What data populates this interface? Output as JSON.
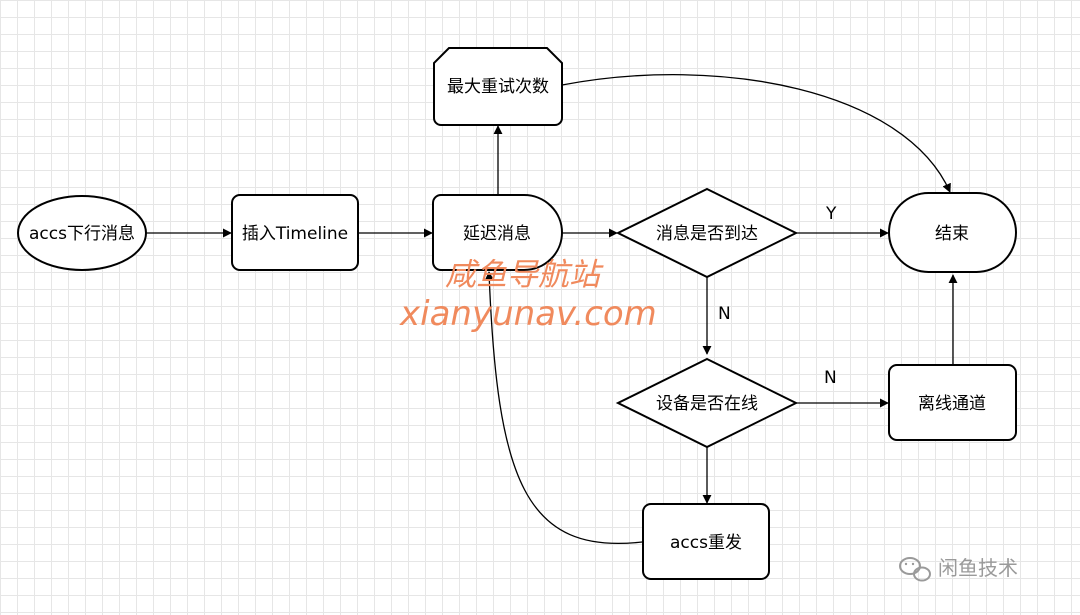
{
  "nodes": {
    "start": "accs下行消息",
    "insert": "插入Timeline",
    "delay": "延迟消息",
    "max_retry": "最大重试次数",
    "arrived_decision": "消息是否到达",
    "end": "结束",
    "online_decision": "设备是否在线",
    "offline_channel": "离线通道",
    "resend": "accs重发"
  },
  "edge_labels": {
    "yes": "Y",
    "no_arrived": "N",
    "no_online": "N"
  },
  "watermark": {
    "chinese": "咸鱼导航站",
    "url": "xianyunav.com"
  },
  "logo": {
    "text": "闲鱼技术",
    "icon": "wechat-icon"
  }
}
